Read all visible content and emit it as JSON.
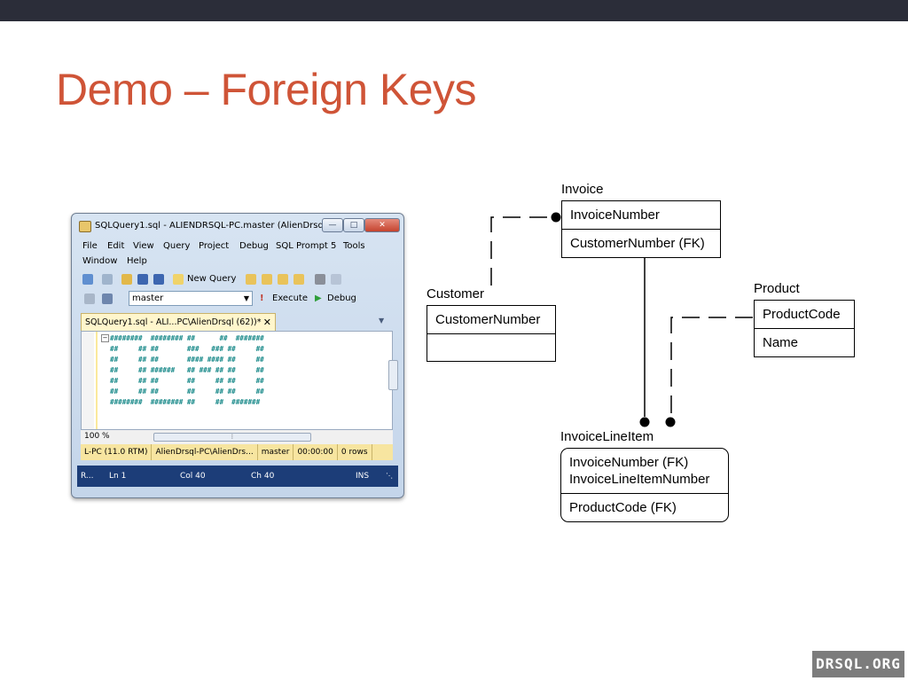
{
  "slide": {
    "title": "Demo – Foreign Keys",
    "title_color": "#cf5437",
    "topbar_color": "#2b2d39"
  },
  "ssms": {
    "window_title": "SQLQuery1.sql - ALIENDRSQL-PC.master (AlienDrsql...",
    "menu": [
      "File",
      "Edit",
      "View",
      "Query",
      "Project",
      "Debug",
      "SQL Prompt 5",
      "Tools",
      "Window",
      "Help"
    ],
    "toolbar": {
      "new_query": "New Query",
      "database": "master",
      "execute": "Execute",
      "debug": "Debug"
    },
    "tab_title": "SQLQuery1.sql - ALI...PC\\AlienDrsql (62))*",
    "code_lines": [
      "########  ######## ##      ##  #######",
      "##     ## ##       ###   ### ##     ##",
      "##     ## ##       #### #### ##     ##",
      "##     ## ######   ## ### ## ##     ##",
      "##     ## ##       ##     ## ##     ##",
      "##     ## ##       ##     ## ##     ##",
      "########  ######## ##     ##  #######"
    ],
    "zoom": "100 %",
    "status_segments": [
      "L-PC (11.0 RTM)",
      "AlienDrsql-PC\\AlienDrs...",
      "master",
      "00:00:00",
      "0 rows"
    ],
    "bottom_status": {
      "ready": "R...",
      "ln": "Ln 1",
      "col": "Col 40",
      "ch": "Ch 40",
      "mode": "INS"
    },
    "code_color": "#1a8a8a",
    "statusbar_color": "#1c3d78"
  },
  "diagram": {
    "invoice": {
      "label": "Invoice",
      "key": "InvoiceNumber",
      "attributes": "CustomerNumber (FK)"
    },
    "customer": {
      "label": "Customer",
      "key": "CustomerNumber",
      "attributes": ""
    },
    "product": {
      "label": "Product",
      "key": "ProductCode",
      "attributes": "Name"
    },
    "invoice_line_item": {
      "label": "InvoiceLineItem",
      "key1": "InvoiceNumber (FK)",
      "key2": "InvoiceLineItemNumber",
      "attributes": "ProductCode (FK)"
    }
  },
  "logo": {
    "text": "DRSQL.ORG",
    "color": "#7c7c7c"
  }
}
